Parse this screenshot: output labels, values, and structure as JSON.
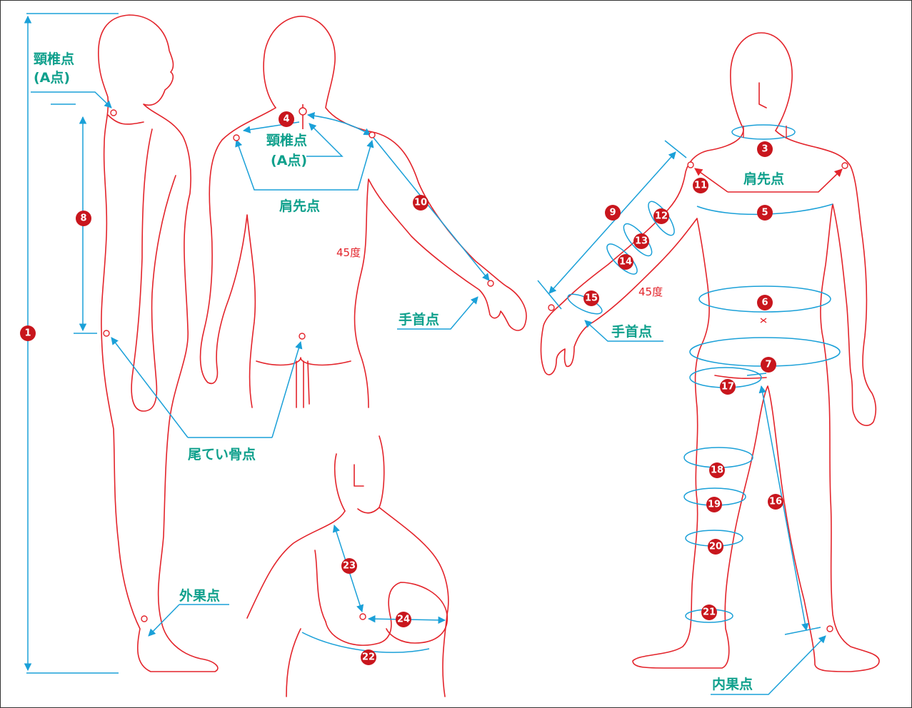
{
  "labels": {
    "cervical_side_line1": "頸椎点",
    "cervical_side_line2": "(A点)",
    "cervical_back_line1": "頸椎点",
    "cervical_back_line2": "(A点)",
    "shoulder_back": "肩先点",
    "shoulder_front": "肩先点",
    "wrist_back": "手首点",
    "wrist_front": "手首点",
    "coccyx": "尾てい骨点",
    "lateral_malleolus": "外果点",
    "medial_malleolus": "内果点",
    "angle_back": "45度",
    "angle_front": "45度"
  },
  "badges": {
    "b1": "1",
    "b3": "3",
    "b4": "4",
    "b5": "5",
    "b6": "6",
    "b7": "7",
    "b8": "8",
    "b9": "9",
    "b10": "10",
    "b11": "11",
    "b12": "12",
    "b13": "13",
    "b14": "14",
    "b15": "15",
    "b16": "16",
    "b17": "17",
    "b18": "18",
    "b19": "19",
    "b20": "20",
    "b21": "21",
    "b22": "22",
    "b23": "23",
    "b24": "24"
  },
  "colors": {
    "body_outline": "#e3242b",
    "measure_line": "#1aa0d8",
    "label_text": "#0fa08c",
    "badge": "#c8161d"
  }
}
